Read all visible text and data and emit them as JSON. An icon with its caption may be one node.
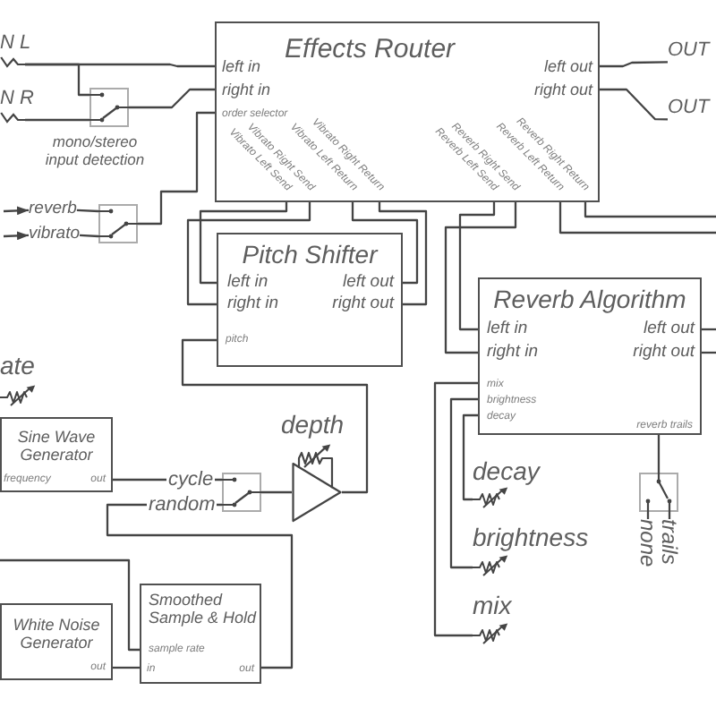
{
  "diagram": {
    "nodes": [
      {
        "text": [],
        "shape": "picture",
        "beside": [
          "N L"
        ]
      },
      {
        "text": [],
        "shape": "picture",
        "beside": [
          "N R"
        ]
      },
      {
        "text": [
          "Effects Router",
          "left in",
          "left out",
          "right in",
          "right out",
          "order selector",
          "Vibrato Left Send",
          "Vibrato Right Send",
          "Vibrato Left Return",
          "Vibrato Right Return",
          "Reverb Left Send",
          "Reverb Right Send",
          "Reverb Left Return",
          "Reverb Right Return"
        ]
      },
      {
        "text": [],
        "shape": "box",
        "beside": [
          "mono/stereo input detection"
        ]
      },
      {
        "text": [
          "reverb"
        ]
      },
      {
        "text": [
          "vibrato"
        ]
      },
      {
        "text": [],
        "shape": "box"
      },
      {
        "text": [
          "Pitch Shifter",
          "left in",
          "left out",
          "right in",
          "right out",
          "pitch"
        ]
      },
      {
        "text": [
          "Reverb Algorithm",
          "left in",
          "left out",
          "right in",
          "right out",
          "mix",
          "brightness",
          "decay",
          "reverb trails"
        ]
      },
      {
        "text": [],
        "shape": "picture",
        "beside": [
          "ate"
        ]
      },
      {
        "text": [
          "Sine Wave Generator",
          "frequency",
          "out"
        ]
      },
      {
        "text": [],
        "shape": "triangle",
        "beside": [
          "depth"
        ]
      },
      {
        "text": [],
        "shape": "box"
      },
      {
        "text": [],
        "shape": "picture",
        "beside": [
          "decay"
        ]
      },
      {
        "text": [],
        "shape": "picture",
        "beside": [
          "brightness"
        ]
      },
      {
        "text": [],
        "shape": "picture",
        "beside": [
          "mix"
        ]
      },
      {
        "text": [],
        "shape": "box"
      },
      {
        "text": [
          "none"
        ]
      },
      {
        "text": [
          "trails"
        ]
      },
      {
        "text": [
          "White Noise Generator",
          "out"
        ]
      },
      {
        "text": [
          "Smoothed Sample & Hold",
          "sample rate",
          "in",
          "out"
        ]
      },
      {
        "text": [
          "OUT"
        ]
      },
      {
        "text": [
          "OUT"
        ]
      }
    ],
    "edges": [
      {
        "from": 0,
        "to": 2,
        "arrow": "none"
      },
      {
        "from": 0,
        "to": 3,
        "arrow": "none"
      },
      {
        "from": 1,
        "to": 3,
        "arrow": "none"
      },
      {
        "from": 3,
        "to": 2,
        "arrow": "none"
      },
      {
        "from": 2,
        "to": 21,
        "arrow": "none"
      },
      {
        "from": 2,
        "to": 22,
        "arrow": "none"
      },
      {
        "from": null,
        "to": 4,
        "arrow": "to"
      },
      {
        "from": null,
        "to": 5,
        "arrow": "to"
      },
      {
        "from": 4,
        "to": 6,
        "arrow": "none"
      },
      {
        "from": 5,
        "to": 6,
        "arrow": "none"
      },
      {
        "from": 6,
        "to": 2,
        "arrow": "none"
      },
      {
        "from": 2,
        "to": 7,
        "arrow": "none"
      },
      {
        "from": 2,
        "to": 7,
        "arrow": "none"
      },
      {
        "from": 7,
        "to": 2,
        "arrow": "none"
      },
      {
        "from": 7,
        "to": 2,
        "arrow": "none"
      },
      {
        "from": 2,
        "to": 8,
        "arrow": "none"
      },
      {
        "from": 2,
        "to": 8,
        "arrow": "none"
      },
      {
        "from": null,
        "to": 2,
        "arrow": "none"
      },
      {
        "from": null,
        "to": 2,
        "arrow": "none"
      },
      {
        "from": 8,
        "to": null,
        "arrow": "none"
      },
      {
        "from": 8,
        "to": null,
        "arrow": "none"
      },
      {
        "from": 10,
        "to": 12,
        "arrow": "none",
        "label": "cycle"
      },
      {
        "from": 20,
        "to": 12,
        "arrow": "none",
        "label": "random"
      },
      {
        "from": 12,
        "to": 11,
        "arrow": "none"
      },
      {
        "from": 11,
        "to": 7,
        "arrow": "none"
      },
      {
        "from": 13,
        "to": 8,
        "arrow": "none"
      },
      {
        "from": 14,
        "to": 8,
        "arrow": "none"
      },
      {
        "from": 15,
        "to": 8,
        "arrow": "none"
      },
      {
        "from": 8,
        "to": 16,
        "arrow": "none"
      },
      {
        "from": 17,
        "to": 16,
        "arrow": "none"
      },
      {
        "from": 18,
        "to": 16,
        "arrow": "none"
      },
      {
        "from": 19,
        "to": 20,
        "arrow": "none"
      },
      {
        "from": null,
        "to": 20,
        "arrow": "none"
      }
    ]
  }
}
